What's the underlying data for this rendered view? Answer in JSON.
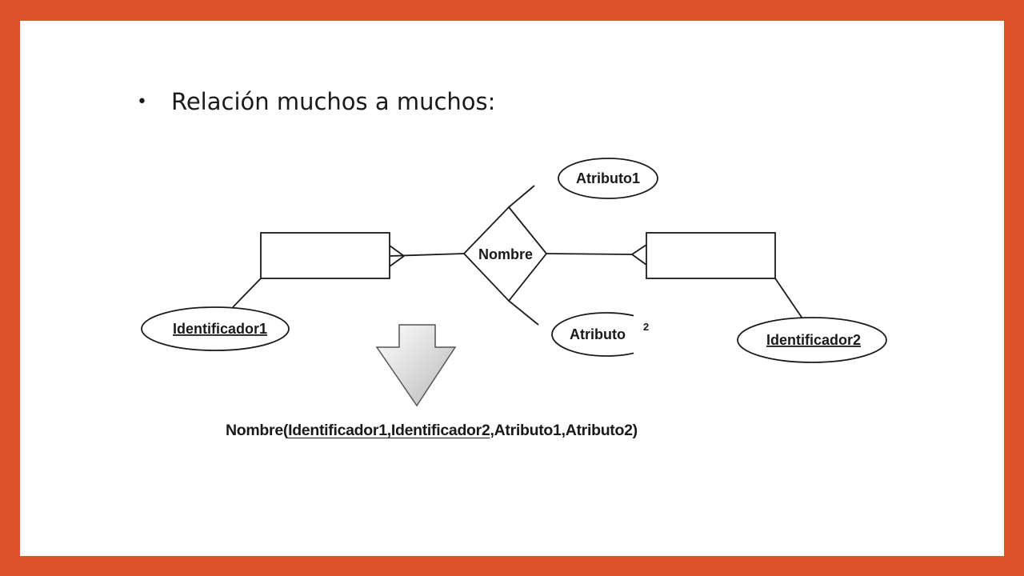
{
  "slide": {
    "bullet": "•",
    "heading": "Relación muchos a muchos:",
    "border_color": "#e0522a"
  },
  "diagram": {
    "relationship": "Nombre",
    "attributes": [
      "Atributo1",
      "Atributo"
    ],
    "superscript": "2",
    "identifiers": [
      "Identificador1",
      "Identificador2"
    ]
  },
  "formula": {
    "name": "Nombre(",
    "key_part": "Identificador1,Identificador2",
    "rest": ",Atributo1,Atributo2)"
  }
}
